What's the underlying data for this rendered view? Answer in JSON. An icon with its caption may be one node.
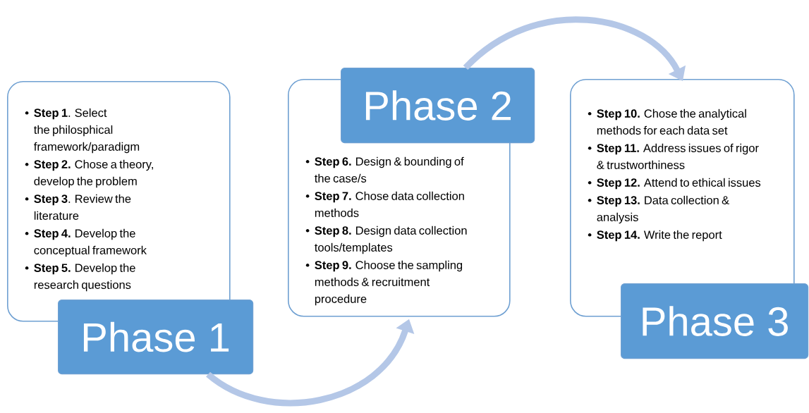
{
  "diagram": {
    "nodes": [
      {
        "text": [
          "**Step 1**. Select the philosphical framework/paradigm",
          "**Step 2.** Chose a theory, develop the problem",
          "**Step 3**. Review the literature",
          "**Step 4.** Develop the conceptual framework",
          "**Step 5.** Develop the research questions"
        ]
      },
      {
        "text": [
          "Phase 1"
        ]
      },
      {
        "text": [
          "**Step 6.** Design & bounding of the case/s",
          "**Step 7.** Chose data collection methods",
          "**Step 8.** Design data collection tools/templates",
          "**Step 9.** Choose the sampling methods & recruitment procedure"
        ]
      },
      {
        "text": [
          "Phase 2"
        ]
      },
      {
        "text": [
          "**Step 10.** Chose the analytical methods for each data set",
          "**Step 11.** Address issues of rigor & trustworthiness",
          "**Step 12.** Attend to ethical issues",
          "**Step 13.** Data collection & analysis",
          "**Step 14.** Write the report"
        ]
      },
      {
        "text": [
          "Phase 3"
        ]
      }
    ],
    "edges": [
      {
        "from": 1,
        "to": 2,
        "arrow": "to"
      },
      {
        "from": 3,
        "to": 4,
        "arrow": "to"
      }
    ]
  }
}
